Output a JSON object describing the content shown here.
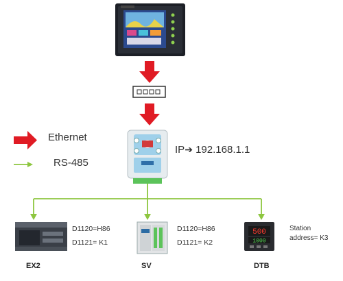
{
  "legend": {
    "ethernet_label": "Ethernet",
    "rs485_label": "RS-485",
    "ethernet_color": "#e01b24",
    "rs485_color": "#8dc63f"
  },
  "ip": {
    "prefix": "IP",
    "arrow": "➔",
    "address": "192.168.1.1"
  },
  "switch_ports": [
    "",
    "",
    "",
    ""
  ],
  "devices": [
    {
      "name": "EX2",
      "line1": "D1120=H86",
      "line2": "D1121= K1"
    },
    {
      "name": "SV",
      "line1": "D1120=H86",
      "line2": "D1121= K2"
    },
    {
      "name": "DTB",
      "line1": "Station",
      "line2": "address= K3"
    }
  ],
  "icons": [
    "hmi-touch-panel",
    "ethernet-switch",
    "ethernet-converter-module",
    "ex2-plc",
    "sv-plc",
    "dtb-temperature-controller"
  ]
}
